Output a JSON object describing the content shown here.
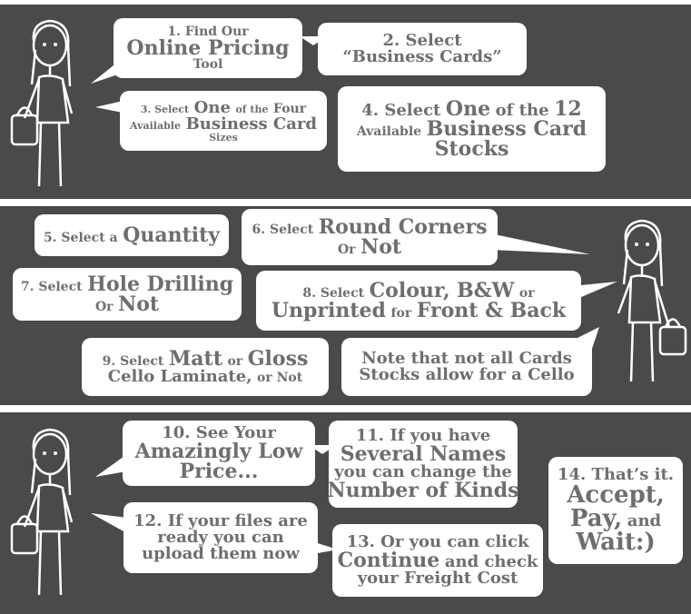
{
  "steps": {
    "s1": {
      "a": "1. Find Our",
      "b": "Online Pricing",
      "c": "Tool"
    },
    "s2": {
      "a": "2. Select",
      "b": "“Business Cards”"
    },
    "s3": {
      "a": "3. Select",
      "b": "One",
      "c": "of the",
      "d": "Four",
      "e": "Available",
      "f": "Business Card",
      "g": "Sizes"
    },
    "s4": {
      "a": "4. Select",
      "b": "One",
      "c": "of the",
      "d": "12",
      "e": "Available",
      "f": "Business Card",
      "g": "Stocks"
    },
    "s5": {
      "a": "5. Select a",
      "b": "Quantity"
    },
    "s6": {
      "a": "6. Select",
      "b": "Round Corners",
      "c": "Or",
      "d": "Not"
    },
    "s7": {
      "a": "7. Select",
      "b": "Hole Drilling",
      "c": "Or",
      "d": "Not"
    },
    "s8": {
      "a": "8. Select",
      "b": "Colour, B&W",
      "c": "or",
      "d": "Unprinted",
      "e": "for",
      "f": "Front & Back"
    },
    "s9": {
      "a": "9. Select",
      "b": "Matt",
      "c": "or",
      "d": "Gloss",
      "e": "Cello Laminate,",
      "f": "or Not"
    },
    "note": {
      "a": "Note that not all Cards",
      "b": "Stocks allow for a Cello"
    },
    "s10": {
      "a": "10. See Your",
      "b": "Amazingly Low",
      "c": "Price..."
    },
    "s11": {
      "a": "11. If you have",
      "b": "Several Names",
      "c": "you can change the",
      "d": "Number of Kinds"
    },
    "s12": {
      "a": "12. If your files are",
      "b": "ready you can",
      "c": "upload them now"
    },
    "s13": {
      "a": "13. Or you can click",
      "b": "Continue",
      "c": "and check",
      "d": "your Freight Cost"
    },
    "s14": {
      "a": "14. That’s it.",
      "b": "Accept,",
      "c": "Pay,",
      "d": "and",
      "e": "Wait:)"
    }
  },
  "colors": {
    "panel": "#4a4a4a",
    "bubble": "#ffffff",
    "text": "#6e6e6e",
    "figure": "#ffffff"
  }
}
